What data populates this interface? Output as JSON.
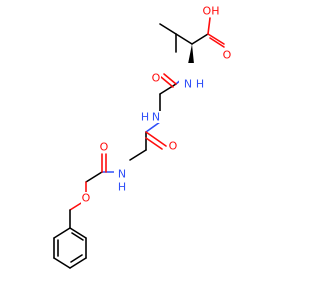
{
  "molecule": {
    "atom_labels": {
      "acid_o1": "OH",
      "acid_o2": "O",
      "amide1_n": "N",
      "amide1_h": "H",
      "amide1_o": "O",
      "amide2_n": "N",
      "amide2_h": "H",
      "amide2_o": "O",
      "carbamate_n": "N",
      "carbamate_h": "H",
      "carbamate_o1": "O",
      "carbamate_o2": "O"
    },
    "colors": {
      "carbon": "#000000",
      "oxygen": "#ff0d0d",
      "nitrogen": "#3050f8"
    }
  }
}
